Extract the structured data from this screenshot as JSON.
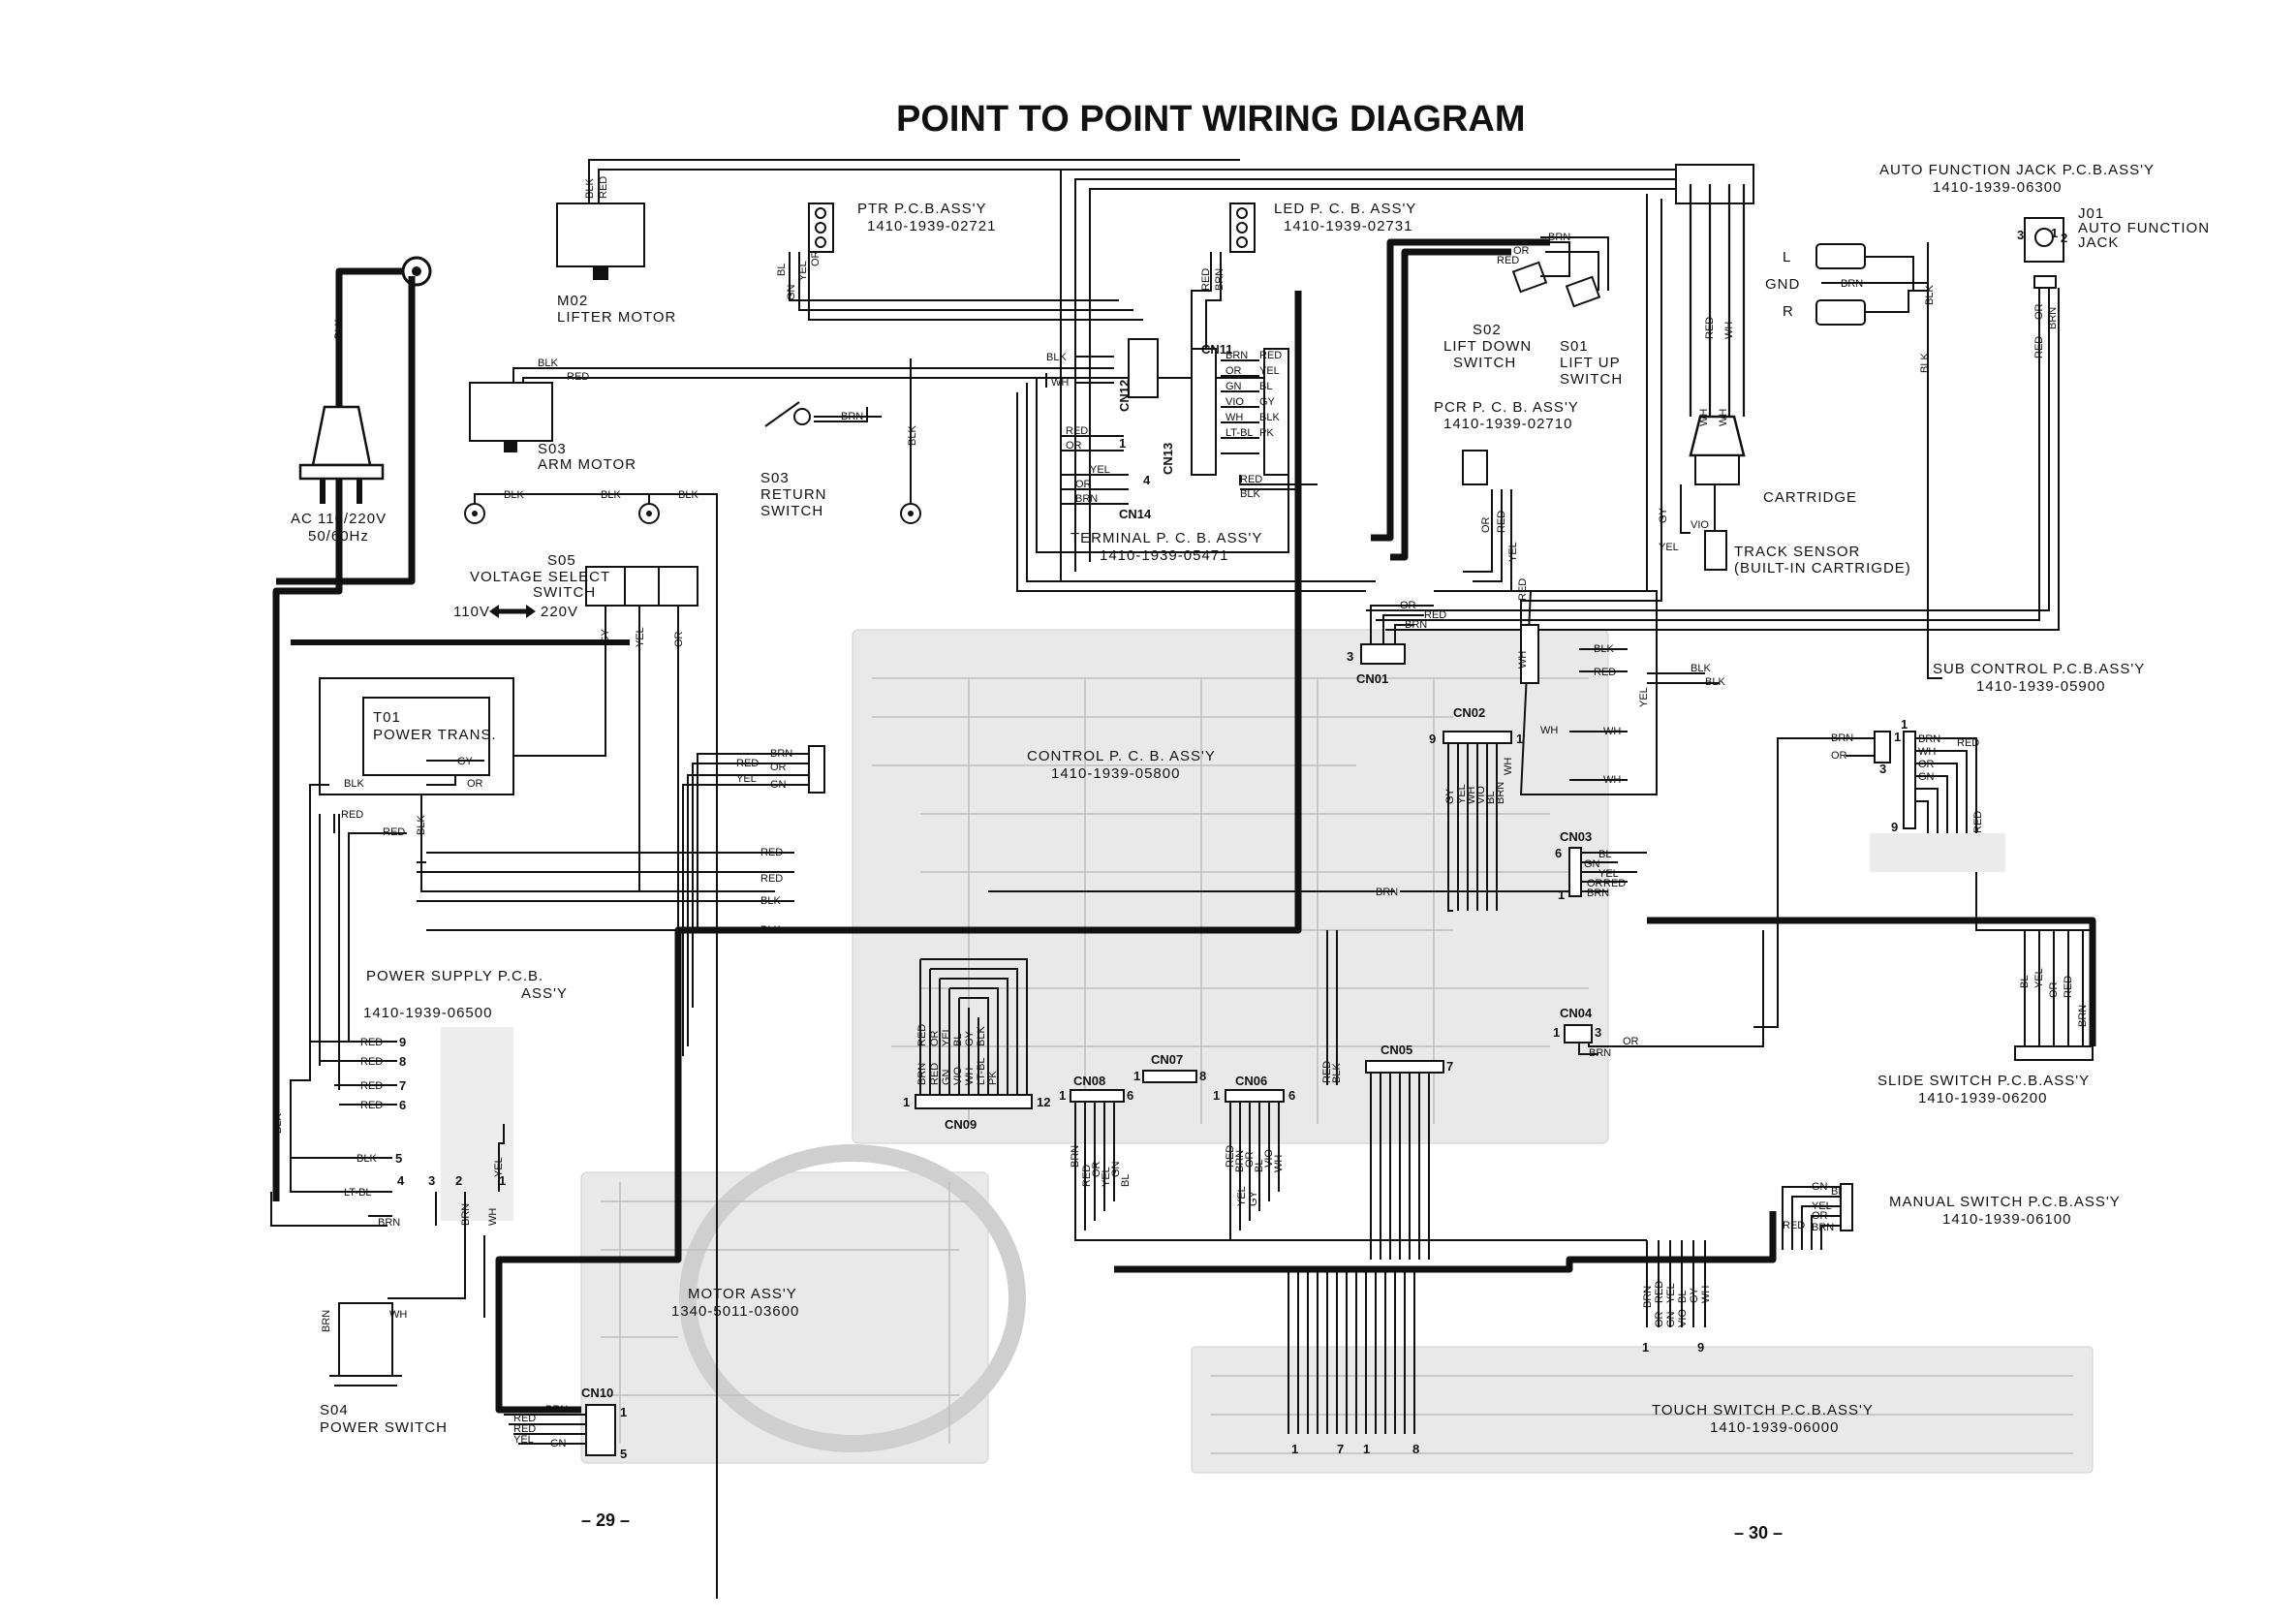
{
  "title": "POINT TO POINT WIRING DIAGRAM",
  "page_numbers": {
    "left": "– 29 –",
    "right": "– 30 –"
  },
  "components": {
    "m02": {
      "name": "M02",
      "desc": "LIFTER MOTOR"
    },
    "s03_arm": {
      "name": "S03",
      "desc": "ARM MOTOR"
    },
    "ac": {
      "line1": "AC 110/220V",
      "line2": "50/60Hz"
    },
    "s05": {
      "line1": "S05",
      "line2": "VOLTAGE SELECT",
      "line3": "SWITCH",
      "v110": "110V",
      "v220": "220V"
    },
    "t01": {
      "line1": "T01",
      "line2": "POWER TRANS."
    },
    "ptr": {
      "name": "PTR P.C.B.ASS'Y",
      "part": "1410-1939-02721"
    },
    "led": {
      "name": "LED P. C. B. ASS'Y",
      "part": "1410-1939-02731"
    },
    "s02": {
      "line1": "S02",
      "line2": "LIFT DOWN",
      "line3": "SWITCH"
    },
    "s01": {
      "line1": "S01",
      "line2": "LIFT  UP",
      "line3": "SWITCH"
    },
    "pcr": {
      "name": "PCR  P. C. B. ASS'Y",
      "part": "1410-1939-02710"
    },
    "s03_ret": {
      "line1": "S03",
      "line2": "RETURN",
      "line3": "SWITCH"
    },
    "terminal": {
      "name": "TERMINAL  P. C. B. ASS'Y",
      "part": "1410-1939-05471"
    },
    "auto_jack": {
      "name": "AUTO FUNCTION JACK P.C.B.ASS'Y",
      "part": "1410-1939-06300",
      "j01": "J01",
      "j01_desc1": "AUTO FUNCTION",
      "j01_desc2": "JACK"
    },
    "cartridge": {
      "name": "CARTRIDGE",
      "l": "L",
      "gnd": "GND",
      "r": "R"
    },
    "track_sensor": {
      "line1": "TRACK SENSOR",
      "line2": "(BUILT-IN CARTRIGDE)"
    },
    "sub_control": {
      "name": "SUB CONTROL P.C.B.ASS'Y",
      "part": "1410-1939-05900"
    },
    "control": {
      "name": "CONTROL  P. C. B. ASS'Y",
      "part": "1410-1939-05800"
    },
    "power_supply": {
      "line1": "POWER SUPPLY P.C.B.",
      "line2": "ASS'Y",
      "part": "1410-1939-06500"
    },
    "slide_switch": {
      "name": "SLIDE SWITCH P.C.B.ASS'Y",
      "part": "1410-1939-06200"
    },
    "manual_switch": {
      "name": "MANUAL SWITCH P.C.B.ASS'Y",
      "part": "1410-1939-06100"
    },
    "motor": {
      "name": "MOTOR ASS'Y",
      "part": "1340-5011-03600"
    },
    "touch_switch": {
      "name": "TOUCH SWITCH P.C.B.ASS'Y",
      "part": "1410-1939-06000"
    },
    "s04": {
      "line1": "S04",
      "line2": "POWER SWITCH"
    }
  },
  "connectors": {
    "cn01": "CN01",
    "cn02": "CN02",
    "cn03": "CN03",
    "cn04": "CN04",
    "cn05": "CN05",
    "cn06": "CN06",
    "cn07": "CN07",
    "cn08": "CN08",
    "cn09": "CN09",
    "cn10": "CN10",
    "cn11": "CN11",
    "cn12": "CN12",
    "cn13": "CN13",
    "cn14": "CN14"
  },
  "wire_colors": {
    "blk": "BLK",
    "red": "RED",
    "brn": "BRN",
    "or": "OR",
    "yel": "YEL",
    "gn": "GN",
    "bl": "BL",
    "vio": "VIO",
    "gy": "GY",
    "wh": "WH",
    "pk": "PK",
    "ltbl": "LT-BL"
  },
  "pin_numbers": {
    "n1": "1",
    "n2": "2",
    "n3": "3",
    "n4": "4",
    "n5": "5",
    "n6": "6",
    "n7": "7",
    "n8": "8",
    "n9": "9",
    "n12": "12"
  }
}
